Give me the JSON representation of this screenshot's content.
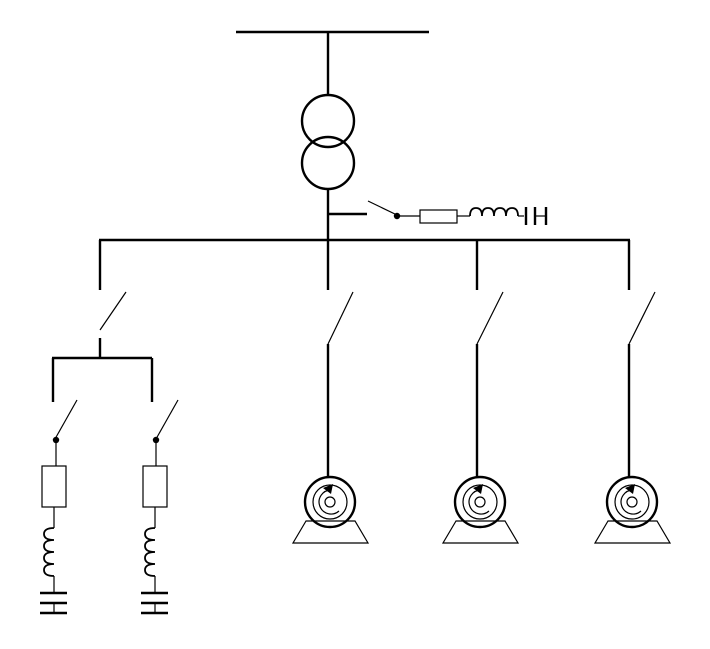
{
  "diagram": {
    "type": "single-line electrical schematic",
    "symbols": {
      "bus": "bus-bar",
      "transformer": "two-winding-transformer",
      "switch": "disconnect-switch",
      "fuse": "fuse",
      "reactor": "series-reactor",
      "capacitor": "shunt-capacitor",
      "motor": "rotating-machine"
    },
    "components": {
      "incoming_bus": 1,
      "transformer": 1,
      "distribution_bus": 1,
      "filter_branch_tap": 1,
      "capacitor_branches": 2,
      "motor_feeders": 3
    }
  }
}
